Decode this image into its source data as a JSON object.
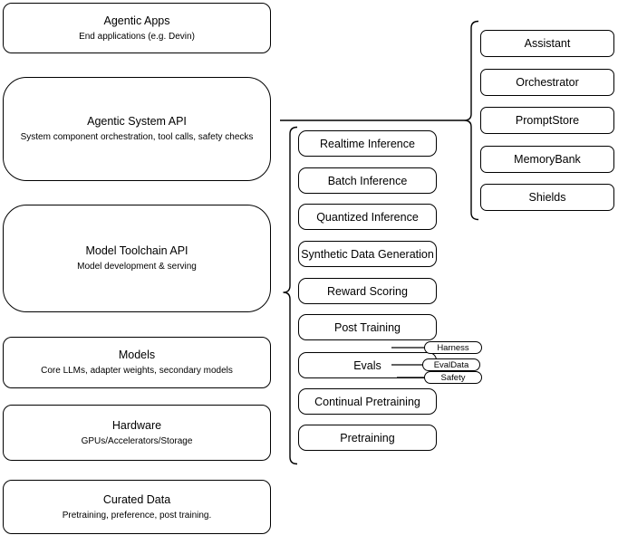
{
  "diagram": {
    "left_column": [
      {
        "title": "Agentic Apps",
        "subtitle": "End applications (e.g. Devin)"
      },
      {
        "title": "Agentic System API",
        "subtitle": "System component orchestration, tool calls, safety checks"
      },
      {
        "title": "Model Toolchain API",
        "subtitle": "Model development & serving"
      },
      {
        "title": "Models",
        "subtitle": "Core LLMs, adapter weights, secondary models"
      },
      {
        "title": "Hardware",
        "subtitle": "GPUs/Accelerators/Storage"
      },
      {
        "title": "Curated Data",
        "subtitle": "Pretraining, preference, post training."
      }
    ],
    "toolchain_items": [
      "Realtime Inference",
      "Batch Inference",
      "Quantized Inference",
      "Synthetic Data Generation",
      "Reward Scoring",
      "Post Training",
      "Evals",
      "Continual Pretraining",
      "Pretraining"
    ],
    "eval_pills": [
      "Harness",
      "EvalData",
      "Safety"
    ],
    "system_components": [
      "Assistant",
      "Orchestrator",
      "PromptStore",
      "MemoryBank",
      "Shields"
    ],
    "colors": {
      "stroke": "#000000",
      "fill": "#ffffff",
      "text": "#000000"
    }
  }
}
